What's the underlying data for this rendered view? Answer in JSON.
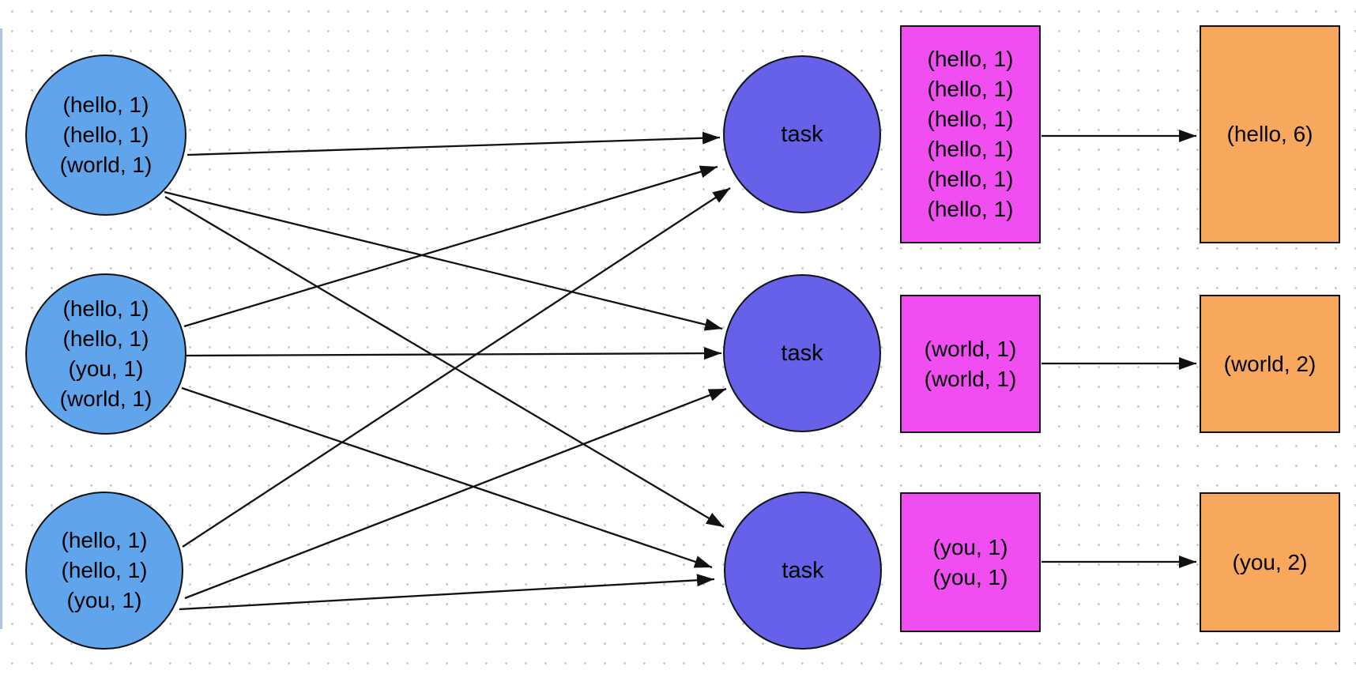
{
  "colors": {
    "mapper_fill": "#60a5ec",
    "task_fill": "#6661e8",
    "group_fill": "#f04ef0",
    "result_fill": "#f8a85d",
    "stroke": "#111111",
    "dot_grid": "#c7c7c7",
    "canvas_edge": "#6096d6"
  },
  "mappers": [
    {
      "pairs": [
        "(hello, 1)",
        "(hello, 1)",
        "(world, 1)"
      ]
    },
    {
      "pairs": [
        "(hello, 1)",
        "(hello, 1)",
        "(you, 1)",
        "(world, 1)"
      ]
    },
    {
      "pairs": [
        "(hello, 1)",
        "(hello, 1)",
        "(you, 1)"
      ]
    }
  ],
  "tasks": [
    {
      "label": "task"
    },
    {
      "label": "task"
    },
    {
      "label": "task"
    }
  ],
  "groups": [
    {
      "pairs": [
        "(hello, 1)",
        "(hello, 1)",
        "(hello, 1)",
        "(hello, 1)",
        "(hello, 1)",
        "(hello, 1)"
      ]
    },
    {
      "pairs": [
        "(world, 1)",
        "(world, 1)"
      ]
    },
    {
      "pairs": [
        "(you, 1)",
        "(you, 1)"
      ]
    }
  ],
  "results": [
    {
      "label": "(hello, 6)"
    },
    {
      "label": "(world, 2)"
    },
    {
      "label": "(you, 2)"
    }
  ]
}
